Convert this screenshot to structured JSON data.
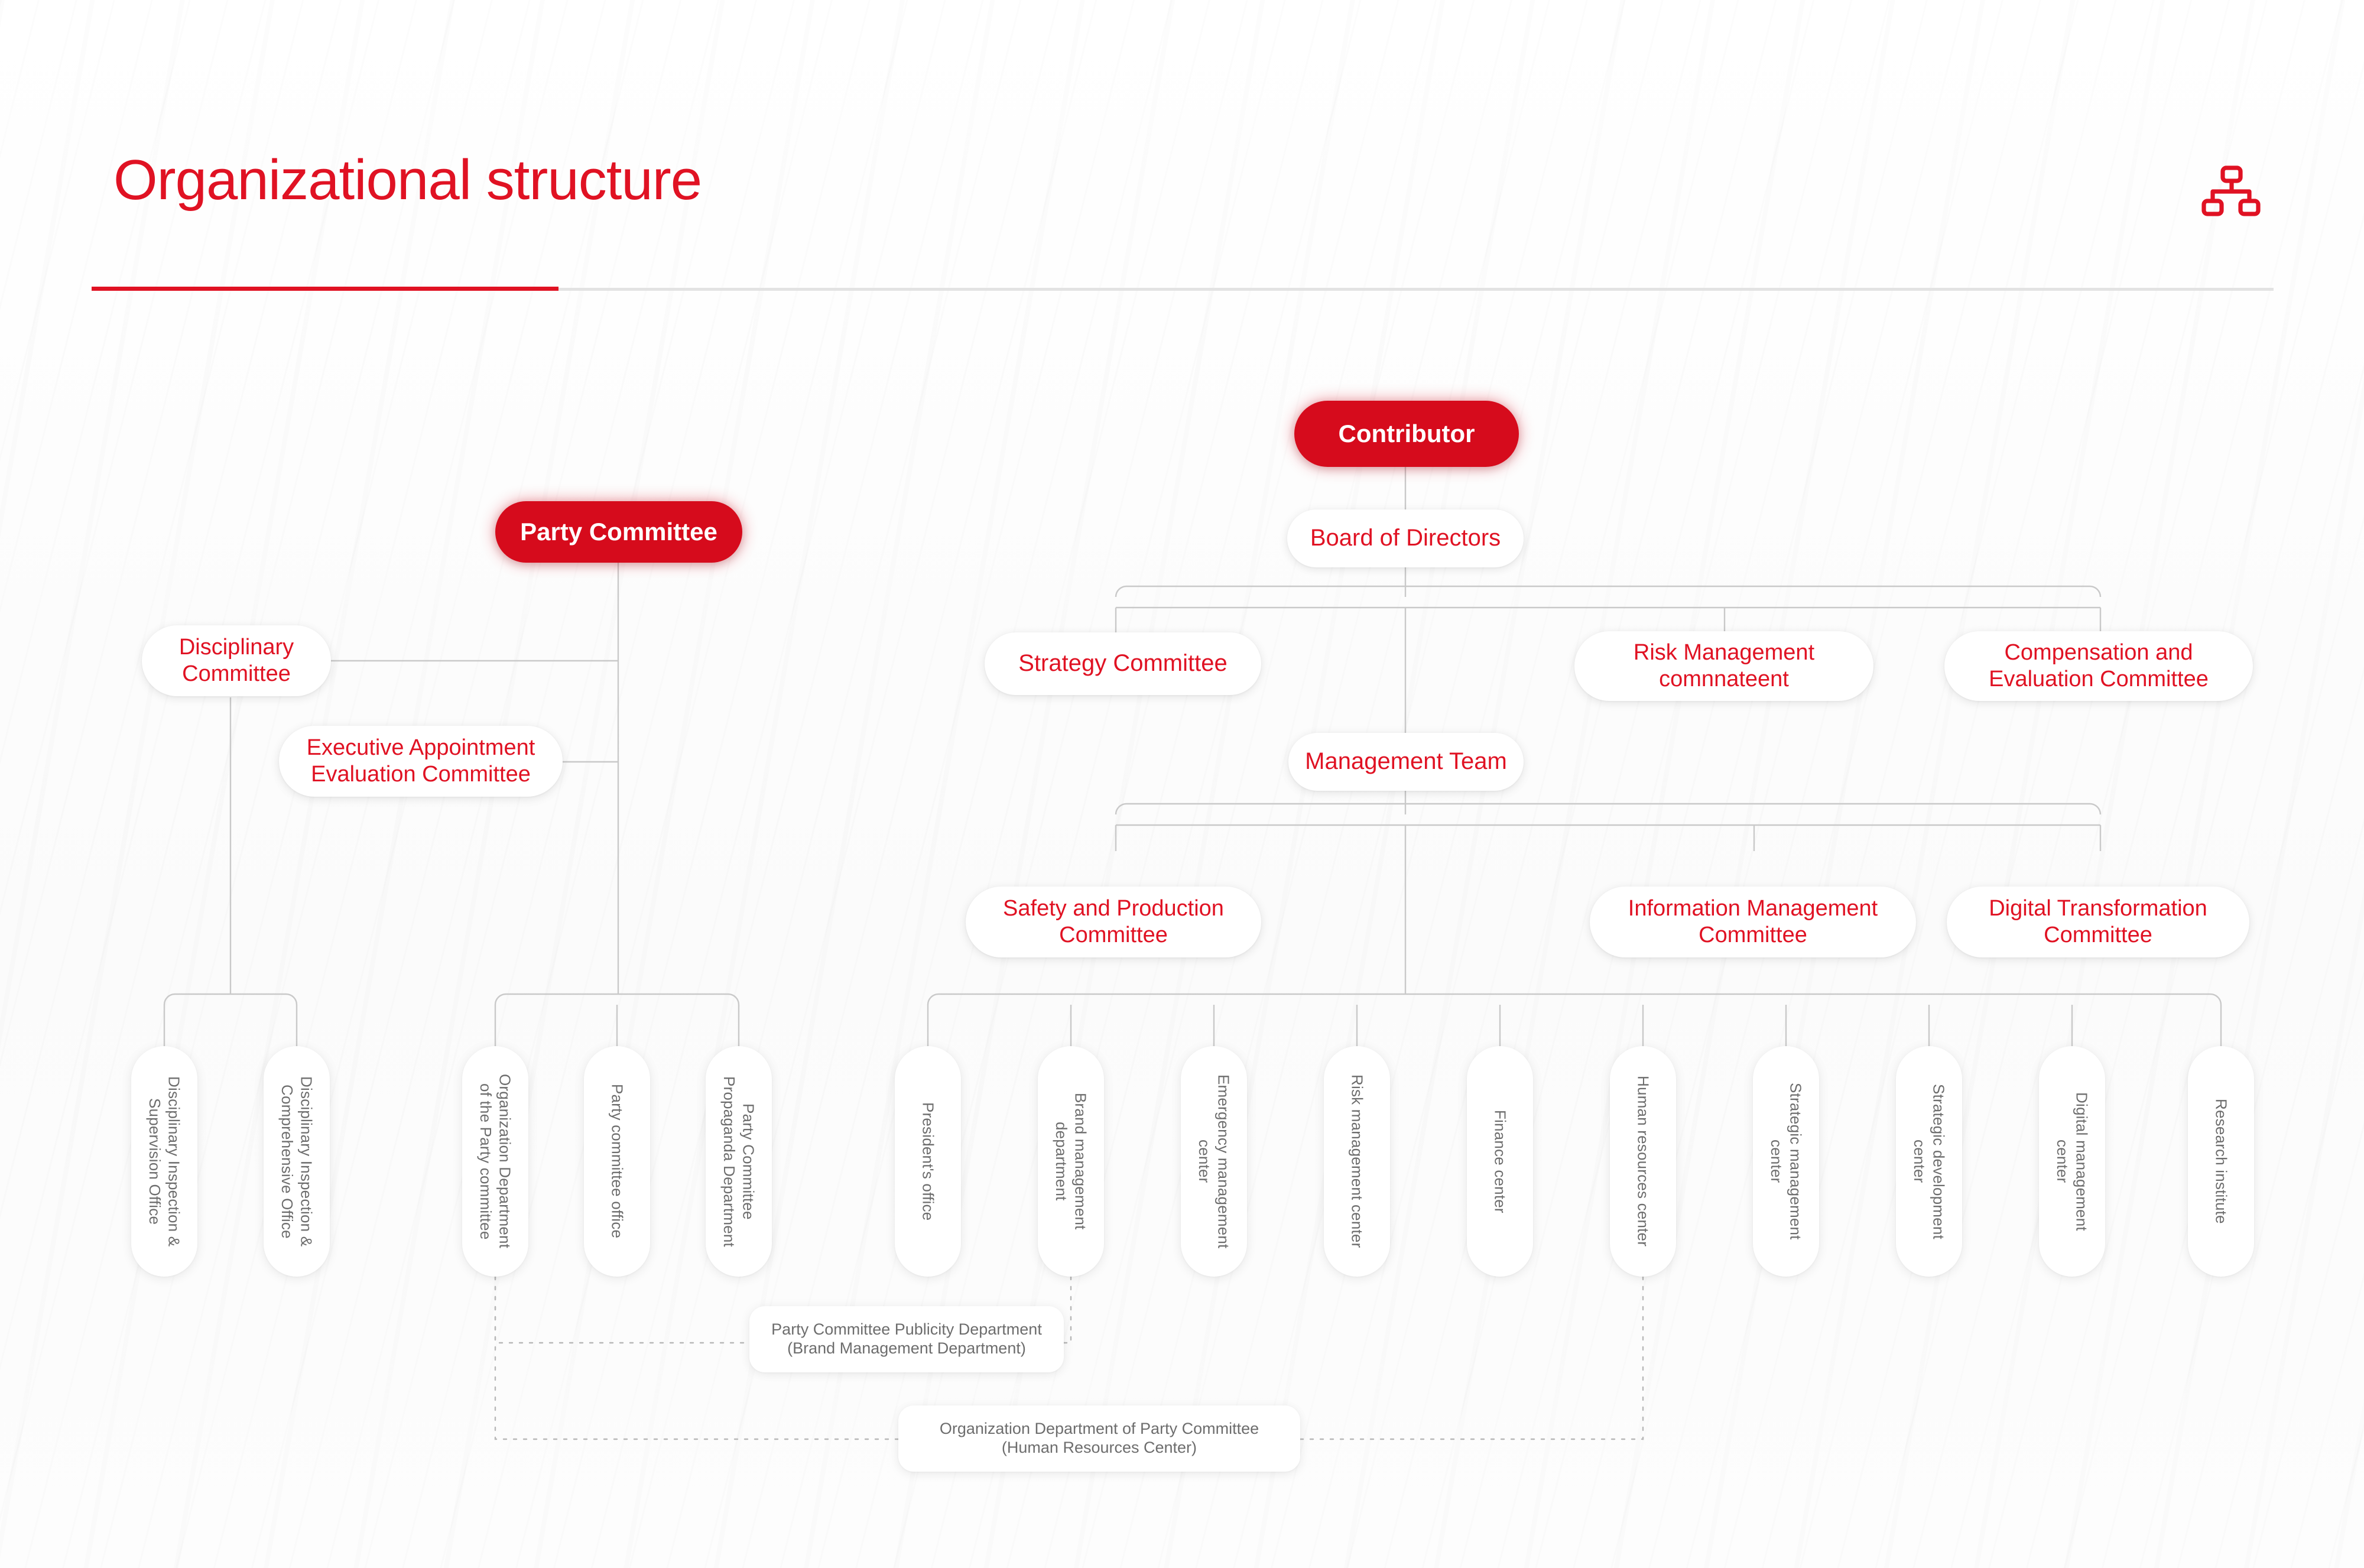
{
  "header": {
    "title": "Organizational structure",
    "icon": "org-chart-icon",
    "accent_color": "#e01223",
    "rule_color": "#e3e3e3"
  },
  "chart_data": {
    "type": "diagram",
    "diagram_kind": "organizational-chart",
    "title": "Organizational structure"
  },
  "nodes": {
    "contributor": "Contributor",
    "party_committee": "Party Committee",
    "board_of_directors": "Board of Directors",
    "management_team": "Management Team",
    "disciplinary_committee": "Disciplinary\nCommittee",
    "executive_appointment": "Executive Appointment\nEvaluation Committee",
    "strategy_committee": "Strategy Committee",
    "risk_management_committee": "Risk Management\ncomnnateent",
    "compensation_committee": "Compensation and\nEvaluation Committee",
    "safety_production_committee": "Safety and Production\nCommittee",
    "information_management_committee": "Information Management\nCommittee",
    "digital_transformation_committee": "Digital Transformation\nCommittee"
  },
  "departments": [
    {
      "id": "disciplinary-inspection-supervision-office",
      "label": "Disciplinary Inspection &\nSupervision Office"
    },
    {
      "id": "disciplinary-inspection-comprehensive-office",
      "label": "Disciplinary Inspection &\nComprehensive Office"
    },
    {
      "id": "organization-department-party-committee",
      "label": "Organization Department\nof the Party committee"
    },
    {
      "id": "party-committee-office",
      "label": "Party committee office"
    },
    {
      "id": "party-committee-propaganda-department",
      "label": "Party Committee\nPropaganda Department"
    },
    {
      "id": "presidents-office",
      "label": "President's office"
    },
    {
      "id": "brand-management-department",
      "label": "Brand management\ndepartment"
    },
    {
      "id": "emergency-management-center",
      "label": "Emergency management\ncenter"
    },
    {
      "id": "risk-management-center",
      "label": "Risk management center"
    },
    {
      "id": "finance-center",
      "label": "Finance center"
    },
    {
      "id": "human-resources-center",
      "label": "Human resources center"
    },
    {
      "id": "strategic-management-center",
      "label": "Strategic management\ncenter"
    },
    {
      "id": "strategic-development-center",
      "label": "Strategic development\ncenter"
    },
    {
      "id": "digital-management-center",
      "label": "Digital management\ncenter"
    },
    {
      "id": "research-institute",
      "label": "Research institute"
    }
  ],
  "dual_role_notes": [
    {
      "id": "party-committee-publicity-department",
      "label": "Party Committee Publicity Department\n(Brand Management Department)"
    },
    {
      "id": "organization-department-hr-center",
      "label": "Organization Department of Party Committee\n(Human Resources Center)"
    }
  ]
}
